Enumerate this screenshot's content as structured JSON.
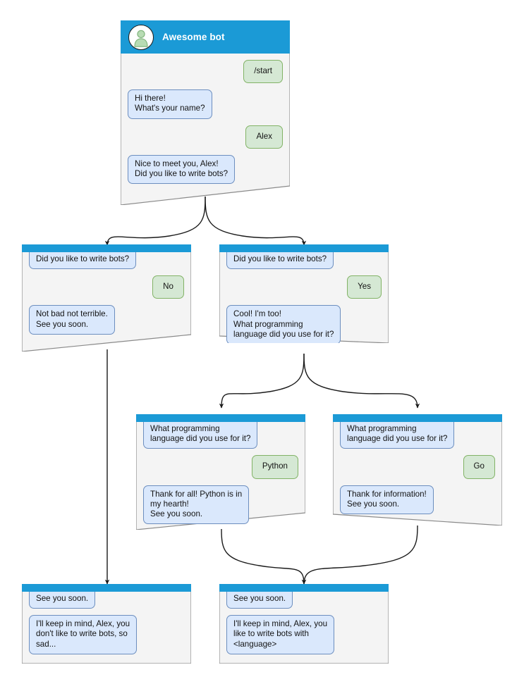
{
  "diagram": {
    "type": "chatbot-conversation-flow",
    "background": "#ffffff",
    "colors": {
      "header_blue": "#1b9ad6",
      "card_body": "#f4f4f4",
      "card_border": "#8a8a8a",
      "bot_bubble_fill": "#dae8fc",
      "bot_bubble_border": "#6c8ebf",
      "user_bubble_fill": "#d5e8d4",
      "user_bubble_border": "#82b366",
      "connector": "#1a1a1a",
      "avatar_fill": "#ffffff",
      "avatar_person": "#b8dcb4"
    }
  },
  "cards": {
    "root": {
      "title": "Awesome bot",
      "avatar_icon": "person-avatar-icon",
      "messages": [
        {
          "from": "user",
          "text": "/start"
        },
        {
          "from": "bot",
          "text": "Hi there!\nWhat's your name?"
        },
        {
          "from": "user",
          "text": "Alex"
        },
        {
          "from": "bot",
          "text": "Nice to meet you, Alex!\nDid you like to write bots?"
        }
      ]
    },
    "no_branch": {
      "messages": [
        {
          "from": "bot",
          "text": "Did you like to write bots?"
        },
        {
          "from": "user",
          "text": "No"
        },
        {
          "from": "bot",
          "text": "Not bad not terrible.\nSee you soon."
        }
      ]
    },
    "yes_branch": {
      "messages": [
        {
          "from": "bot",
          "text": "Did you like to write bots?"
        },
        {
          "from": "user",
          "text": "Yes"
        },
        {
          "from": "bot",
          "text": "Cool! I'm too!\nWhat programming\nlanguage did you use for it?"
        }
      ]
    },
    "python_branch": {
      "messages": [
        {
          "from": "bot",
          "text": "What programming\nlanguage did you use for it?"
        },
        {
          "from": "user",
          "text": "Python"
        },
        {
          "from": "bot",
          "text": "Thank for all! Python is in\nmy hearth!\nSee you soon."
        }
      ]
    },
    "go_branch": {
      "messages": [
        {
          "from": "bot",
          "text": "What programming\nlanguage did you use for it?"
        },
        {
          "from": "user",
          "text": "Go"
        },
        {
          "from": "bot",
          "text": "Thank for information!\nSee you soon."
        }
      ]
    },
    "end_sad": {
      "messages": [
        {
          "from": "bot",
          "text": "See you soon."
        },
        {
          "from": "bot",
          "text": "I'll keep in mind, Alex, you\ndon't like to write bots, so\nsad..."
        }
      ]
    },
    "end_happy": {
      "messages": [
        {
          "from": "bot",
          "text": "See you soon."
        },
        {
          "from": "bot",
          "text": "I'll keep in mind, Alex, you\nlike to write bots with\n<language>"
        }
      ]
    }
  }
}
